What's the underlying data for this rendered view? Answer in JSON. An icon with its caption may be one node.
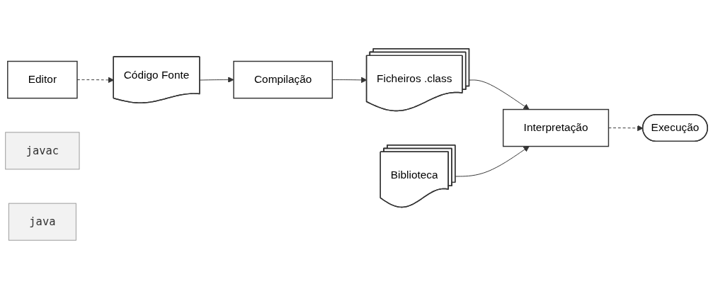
{
  "diagram": {
    "nodes": [
      {
        "text": [
          "Editor"
        ]
      },
      {
        "text": [
          "Código Fonte"
        ]
      },
      {
        "text": [
          "Compilação"
        ]
      },
      {
        "text": [
          "javac"
        ]
      },
      {
        "text": [
          "Ficheiros .class"
        ]
      },
      {
        "text": [
          "Biblioteca"
        ]
      },
      {
        "text": [
          "Interpretação"
        ]
      },
      {
        "text": [
          "java"
        ]
      },
      {
        "text": [
          "Execução"
        ]
      }
    ],
    "edges": [
      {
        "from": 0,
        "to": 1,
        "arrow": "to",
        "style": "dashed"
      },
      {
        "from": 1,
        "to": 2,
        "arrow": "to"
      },
      {
        "from": 2,
        "to": 4,
        "arrow": "to"
      },
      {
        "from": 4,
        "to": 6,
        "arrow": "to"
      },
      {
        "from": 5,
        "to": 6,
        "arrow": "to"
      },
      {
        "from": 6,
        "to": 8,
        "arrow": "to",
        "style": "dashed"
      }
    ]
  }
}
